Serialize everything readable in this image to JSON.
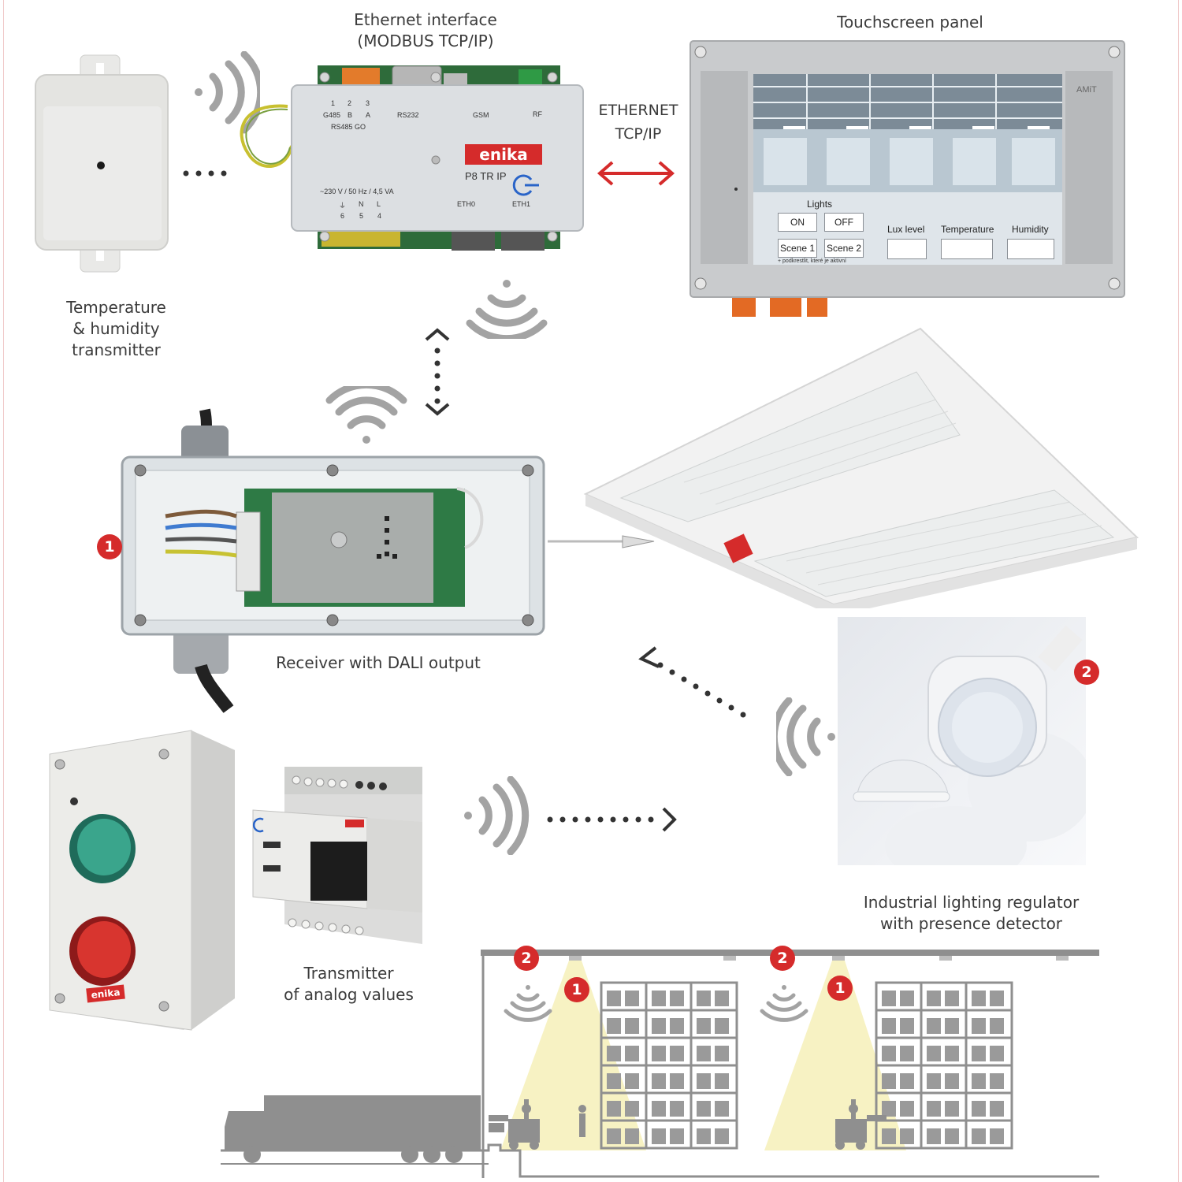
{
  "captions": {
    "ethernet_interface": [
      "Ethernet interface",
      "(MODBUS TCP/IP)"
    ],
    "touchscreen_panel": "Touchscreen panel",
    "ethernet_link": [
      "ETHERNET",
      "TCP/IP"
    ],
    "temp_transmitter": [
      "Temperature",
      "& humidity",
      "transmitter"
    ],
    "receiver": "Receiver with DALI output",
    "regulator": [
      "Industrial lighting regulator",
      "with presence detector"
    ],
    "analog_transmitter": [
      "Transmitter",
      "of analog values"
    ]
  },
  "interface_device": {
    "pins": [
      "1",
      "2",
      "3"
    ],
    "pin_names": [
      "G485",
      "B",
      "A"
    ],
    "rs485": "RS485 GO",
    "rs232": "RS232",
    "gsm": "GSM",
    "rf": "RF",
    "brand": "enika",
    "model": "P8 TR IP",
    "power": "~230 V / 50 Hz / 4,5 VA",
    "power_pins_sym": [
      "⏚",
      "N",
      "L"
    ],
    "power_pins": [
      "6",
      "5",
      "4"
    ],
    "eth0": "ETH0",
    "eth1": "ETH1"
  },
  "touchscreen": {
    "brand": "AMiT",
    "lights_label": "Lights",
    "on": "ON",
    "off": "OFF",
    "scene1": "Scene 1",
    "scene2": "Scene 2",
    "note": "+ podkrestlit, které je aktivní",
    "lux": "Lux level",
    "temperature": "Temperature",
    "humidity": "Humidity"
  },
  "badges": {
    "one": "1",
    "two": "2"
  },
  "brand_logo": "enika",
  "colors": {
    "accent": "#d52b2b",
    "grey_wave": "#9b9b9b",
    "light_beam": "#f6f0b8",
    "building": "#8f8f8f"
  }
}
